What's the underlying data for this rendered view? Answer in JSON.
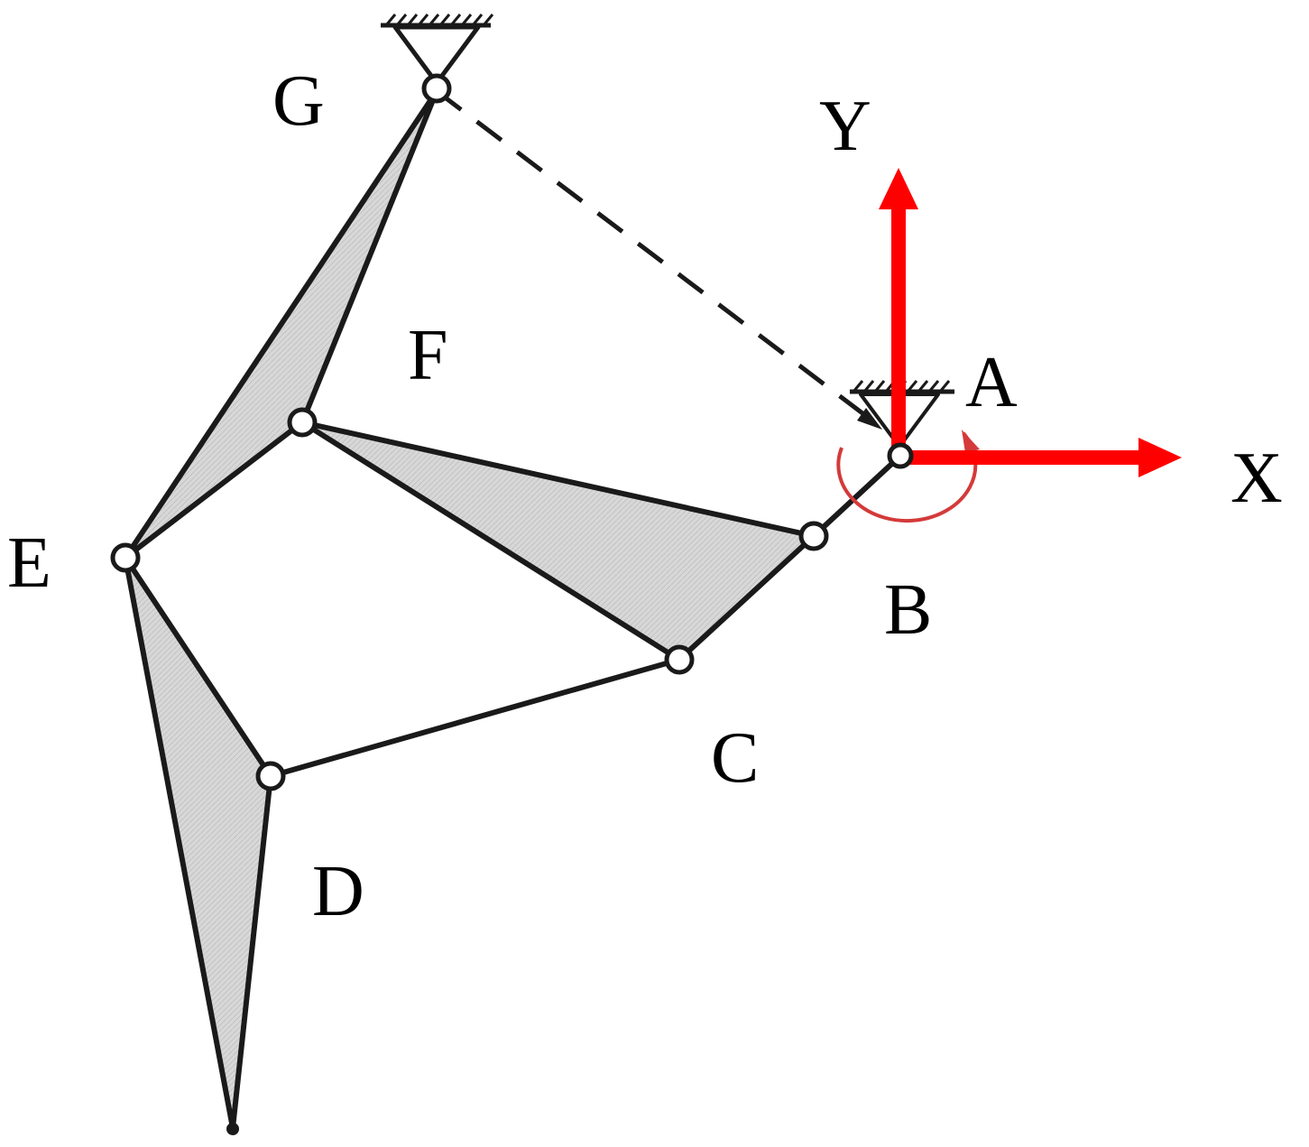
{
  "labels": {
    "G": "G",
    "F": "F",
    "E": "E",
    "D": "D",
    "C": "C",
    "B": "B",
    "A": "A",
    "X": "X",
    "Y": "Y"
  },
  "colors": {
    "link": "#1a1a1a",
    "fill": "#d6d6d6",
    "axis": "#ff0000",
    "rotation": "#d43a3a",
    "background": "#ffffff"
  },
  "icons": {
    "ground_support": "ground-support-icon",
    "pin_joint": "pin-joint-icon",
    "rotation_arrow": "rotation-arrow-icon"
  }
}
